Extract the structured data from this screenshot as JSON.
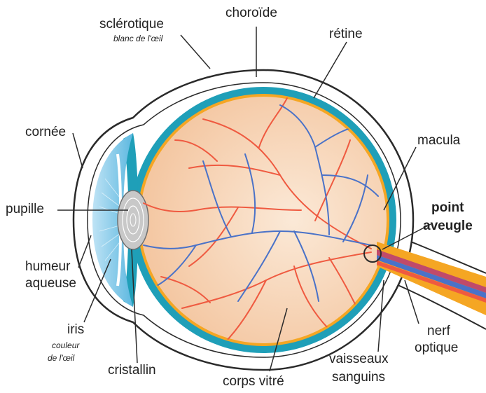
{
  "labels": {
    "sclerotique": "sclérotique",
    "sclerotique_note": "blanc de l'œil",
    "choroide": "choroïde",
    "retine": "rétine",
    "cornee": "cornée",
    "macula": "macula",
    "pupille": "pupille",
    "point_aveugle_1": "point",
    "point_aveugle_2": "aveugle",
    "humeur_1": "humeur",
    "humeur_2": "aqueuse",
    "iris": "iris",
    "iris_note_1": "couleur",
    "iris_note_2": "de l'œil",
    "cristallin": "cristallin",
    "corps_vitre": "corps vitré",
    "vaisseaux_1": "vaisseaux",
    "vaisseaux_2": "sanguins",
    "nerf_1": "nerf",
    "nerf_2": "optique"
  },
  "colors": {
    "outline": "#2a2a2a",
    "choroid": "#1f9fb8",
    "retina": "#f5a623",
    "vitreous": "#f8d8bc",
    "iris": "#7cc7e8",
    "lens": "#bfbfbf",
    "artery": "#ef5a40",
    "vein": "#4a72c8"
  }
}
